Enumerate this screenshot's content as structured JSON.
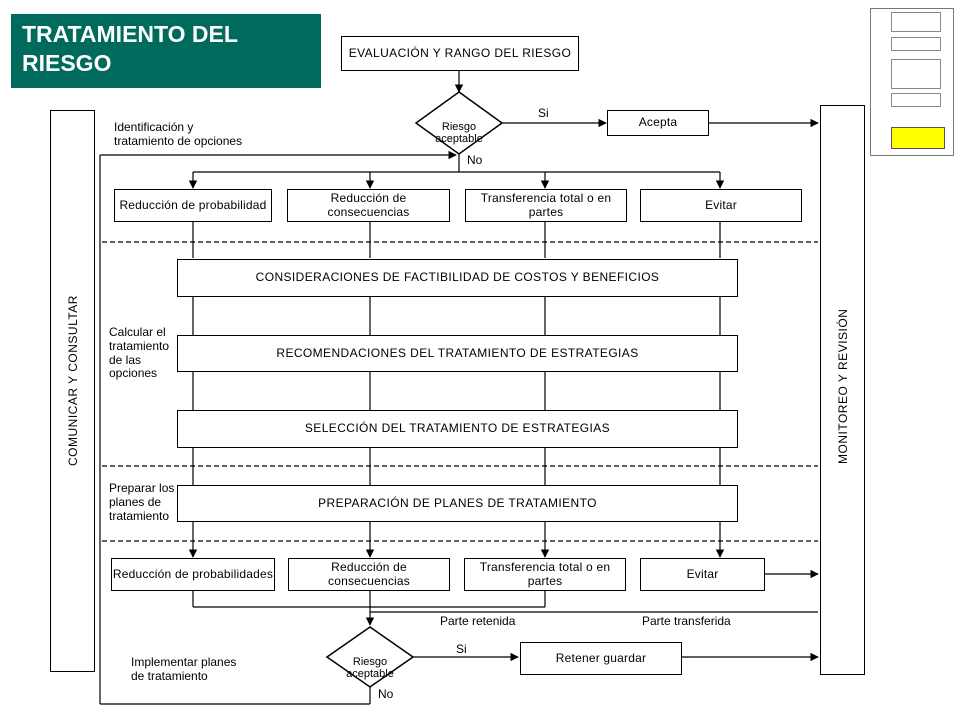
{
  "title": "TRATAMIENTO DEL RIESGO",
  "top_box": "EVALUACIÓN Y RANGO DEL RIESGO",
  "decision1": {
    "line1": "Riesgo",
    "line2": "aceptable",
    "yes": "Si",
    "no": "No"
  },
  "accept_box": "Acepta",
  "left_side": "COMUNICAR Y CONSULTAR",
  "right_side": "MONITOREO Y REVISIÓN",
  "label_ident": "Identificación y\ntratamiento de opciones",
  "options_row1": [
    "Reducción de probabilidad",
    "Reducción de consecuencias",
    "Transferencia total o en partes",
    "Evitar"
  ],
  "label_calc": "Calcular el\ntratamiento\nde las\nopciones",
  "considerations": "CONSIDERACIONES DE FACTIBILIDAD DE COSTOS Y BENEFICIOS",
  "recommendations": "RECOMENDACIONES DEL TRATAMIENTO DE ESTRATEGIAS",
  "selection": "SELECCIÓN DEL TRATAMIENTO DE ESTRATEGIAS",
  "label_prep": "Preparar los\nplanes de\ntratamiento",
  "preparation": "PREPARACIÓN DE PLANES DE TRATAMIENTO",
  "options_row2": [
    "Reducción de probabilidades",
    "Reducción de consecuencias",
    "Transferencia total o en partes",
    "Evitar"
  ],
  "retained": "Parte retenida",
  "transferred": "Parte transferida",
  "decision2": {
    "line1": "Riesgo",
    "line2": "aceptable",
    "yes": "Si",
    "no": "No"
  },
  "retain_box": "Retener guardar",
  "label_impl": "Implementar planes\nde tratamiento",
  "colors": {
    "title_bg": "#006a5c",
    "highlight": "#ffff00"
  }
}
